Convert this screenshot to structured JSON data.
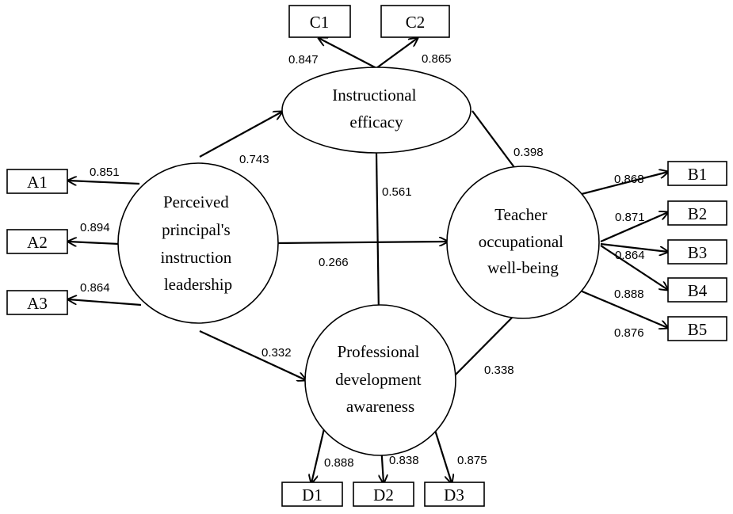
{
  "latents": {
    "ppil": {
      "lines": [
        "Perceived",
        "principal's",
        "instruction",
        "leadership"
      ]
    },
    "ie": {
      "lines": [
        "Instructional",
        "efficacy"
      ]
    },
    "tow": {
      "lines": [
        "Teacher",
        "occupational",
        "well-being"
      ]
    },
    "pda": {
      "lines": [
        "Professional",
        "development",
        "awareness"
      ]
    }
  },
  "indicators": {
    "A1": "A1",
    "A2": "A2",
    "A3": "A3",
    "B1": "B1",
    "B2": "B2",
    "B3": "B3",
    "B4": "B4",
    "B5": "B5",
    "C1": "C1",
    "C2": "C2",
    "D1": "D1",
    "D2": "D2",
    "D3": "D3"
  },
  "loadings": {
    "A1": "0.851",
    "A2": "0.894",
    "A3": "0.864",
    "B1": "0.868",
    "B2": "0.871",
    "B3": "0.864",
    "B4": "0.888",
    "B5": "0.876",
    "C1": "0.847",
    "C2": "0.865",
    "D1": "0.888",
    "D2": "0.838",
    "D3": "0.875"
  },
  "paths": {
    "ppil_ie": "0.743",
    "ppil_tow": "0.266",
    "ppil_pda": "0.332",
    "ie_tow": "0.398",
    "ie_pda": "0.561",
    "pda_tow": "0.338"
  },
  "colors": {
    "stroke": "#000000",
    "background": "#ffffff"
  }
}
